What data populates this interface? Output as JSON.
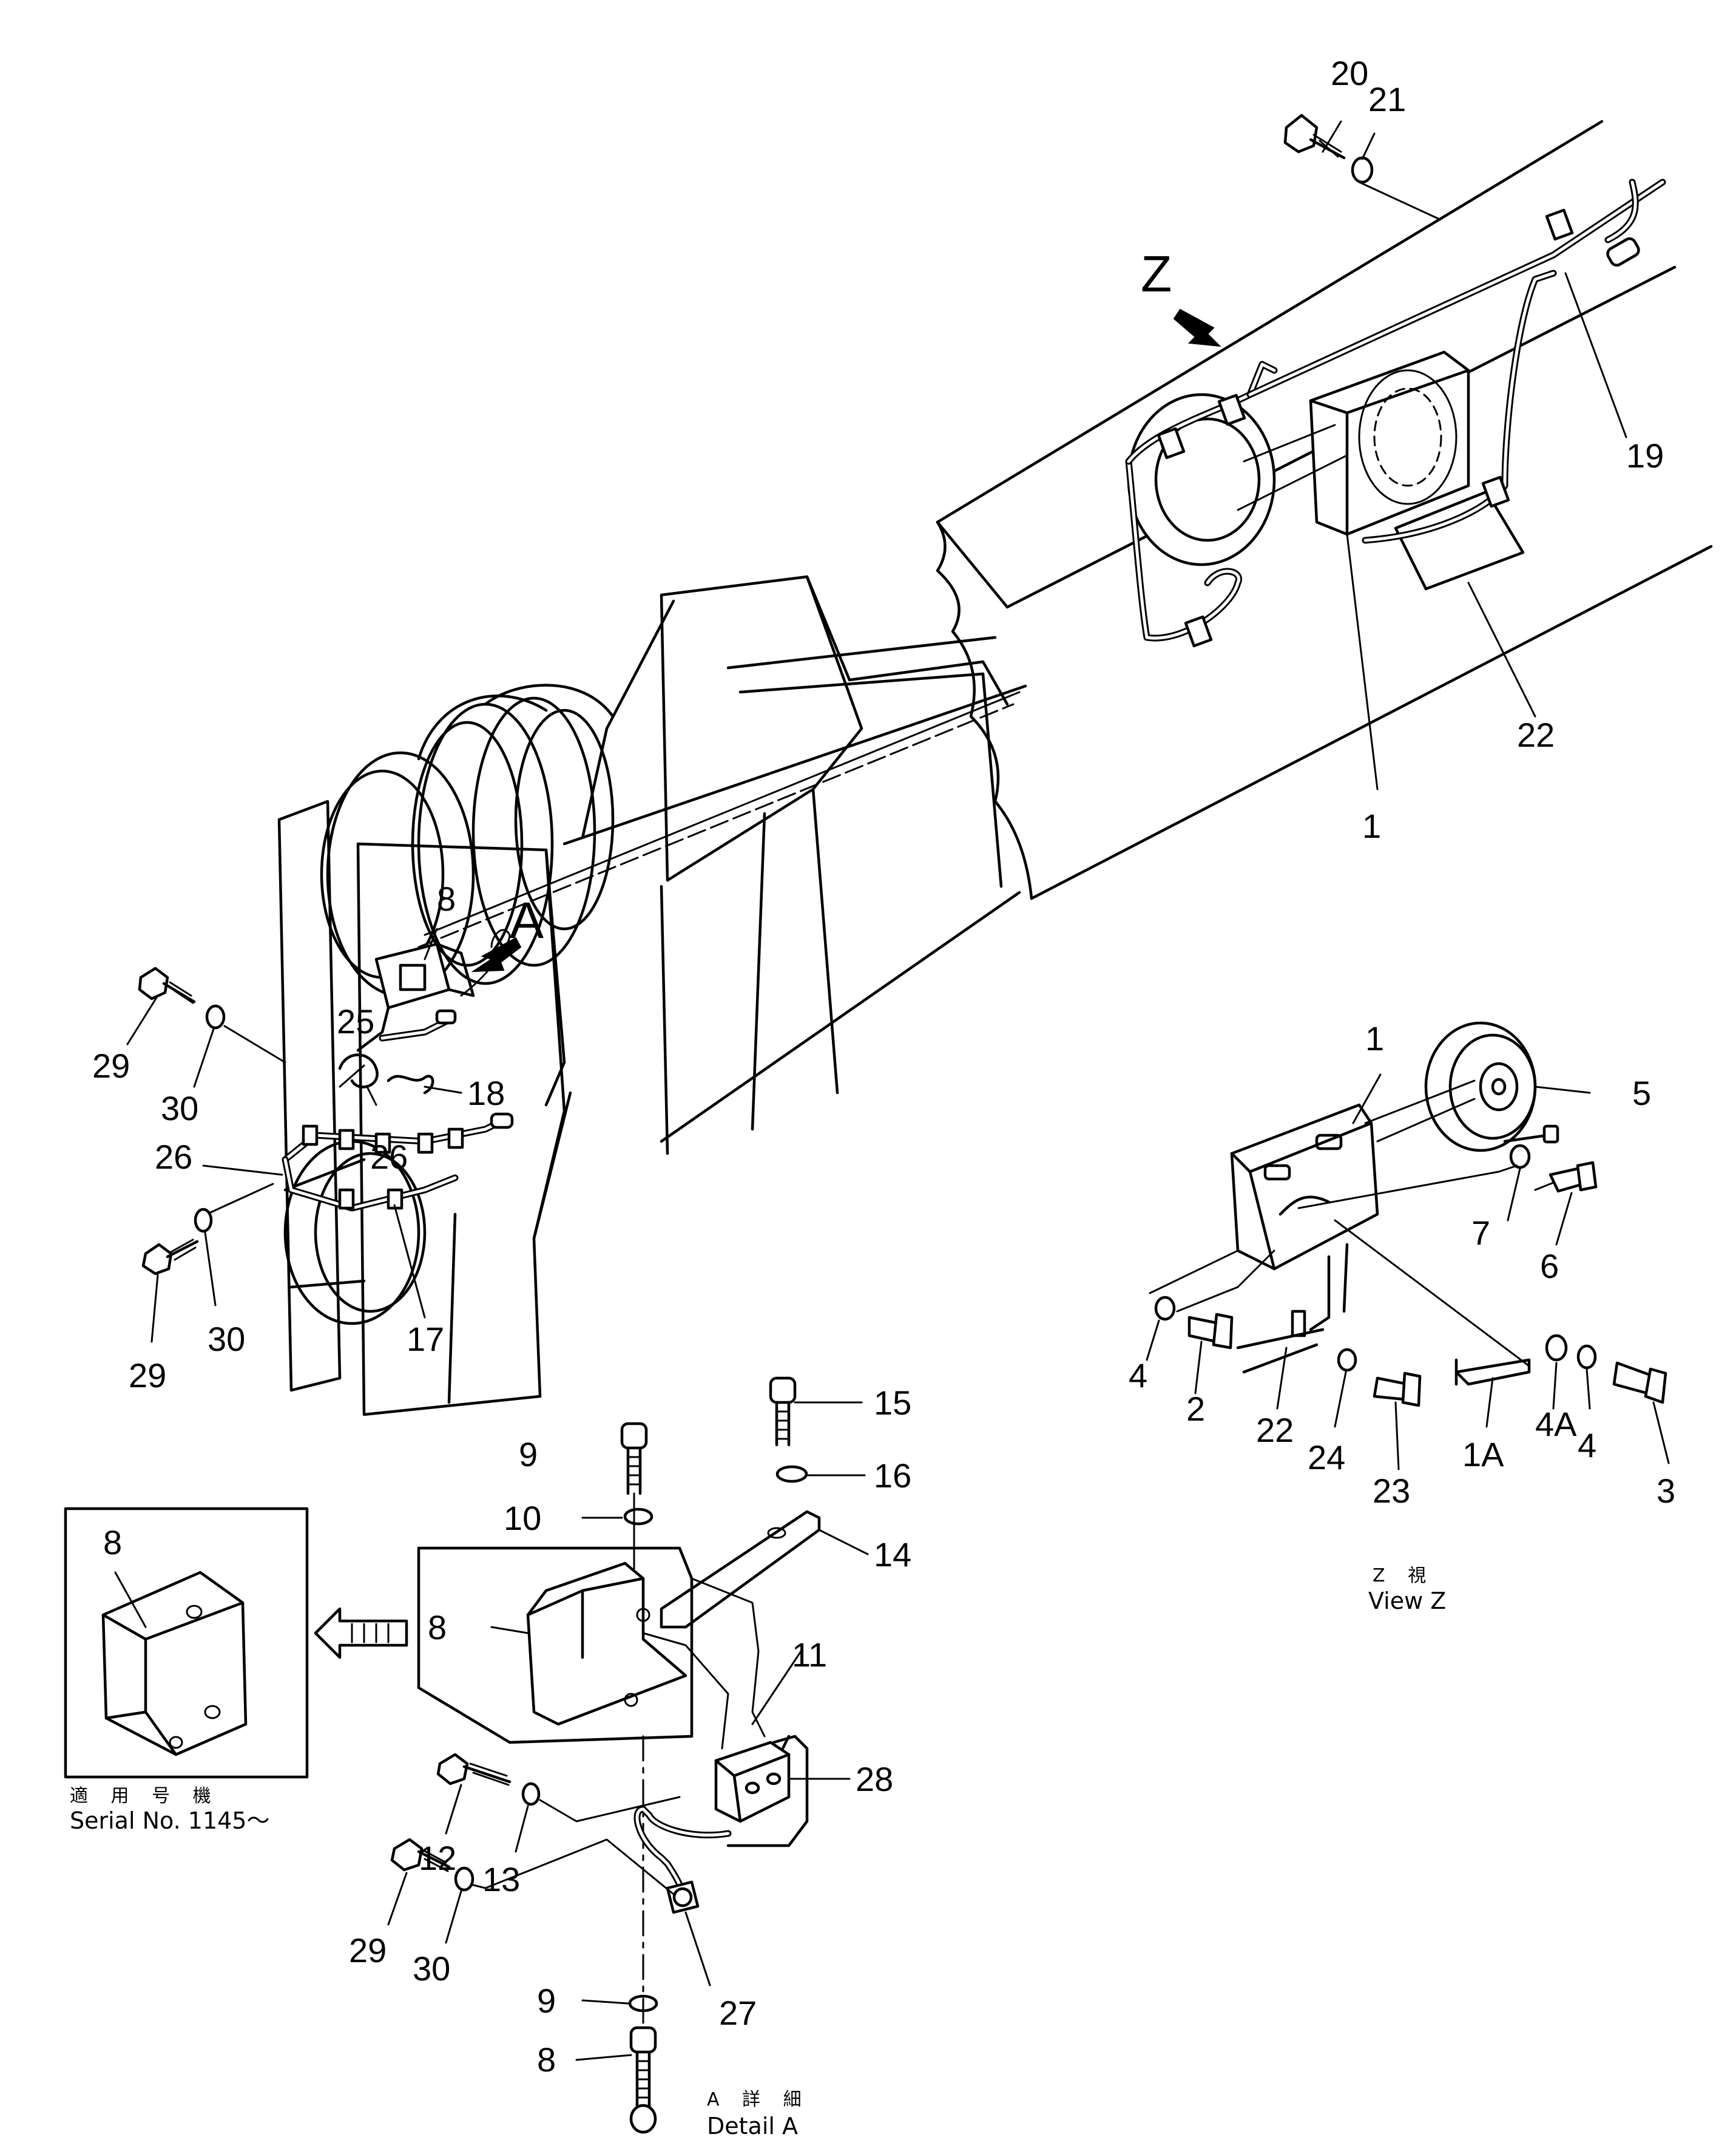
{
  "diagram": {
    "callouts": {
      "c1_main": "1",
      "c19": "19",
      "c20": "20",
      "c21": "21",
      "c22_main": "22",
      "cZ": "Z",
      "cA": "A",
      "c8_main": "8",
      "c25": "25",
      "c18": "18",
      "c26_a": "26",
      "c26_b": "26",
      "c17": "17",
      "c29_a": "29",
      "c30_a": "30",
      "c29_b": "29",
      "c30_b": "30",
      "z1": "1",
      "z5": "5",
      "z7": "7",
      "z6": "6",
      "z4_a": "4",
      "z2": "2",
      "z22": "22",
      "z24": "24",
      "z23": "23",
      "z1A": "1A",
      "z4A": "4A",
      "z4_b": "4",
      "z3": "3",
      "a9_top": "9",
      "a15": "15",
      "a16": "16",
      "a10": "10",
      "a14": "14",
      "a8_in": "8",
      "a8_box": "8",
      "a11": "11",
      "a28": "28",
      "a12": "12",
      "a13": "13",
      "a29": "29",
      "a30": "30",
      "a9_bot": "9",
      "a27": "27",
      "a8_bot": "8"
    },
    "captions": {
      "view_z_jp": "Z 視",
      "view_z_en": "View Z",
      "detail_a_jp": "A 詳 細",
      "detail_a_en": "Detail A",
      "serial_jp": "適 用 号 機",
      "serial_en": "Serial No. 1145～"
    }
  }
}
